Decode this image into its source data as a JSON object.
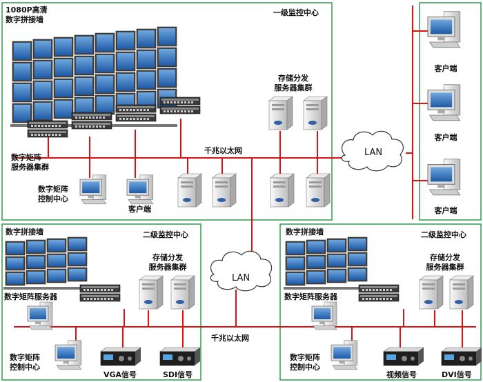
{
  "level1": {
    "title": "一级监控中心",
    "wall_label": "1080P高清\n数字拼接墙",
    "matrix_label": "数字矩阵\n服务器集群",
    "storage_label": "存储分发\n服务器集群",
    "control_label": "数字矩阵\n控制中心",
    "client_label": "客户端",
    "network_label": "千兆以太网"
  },
  "clients_panel": {
    "client_labels": [
      "客户端",
      "客户端",
      "客户端"
    ]
  },
  "lan_top": "LAN",
  "lan_mid": "LAN",
  "level2_left": {
    "title": "二级监控中心",
    "wall_label": "数字拼接墙",
    "matrix_label": "数字矩阵服务器",
    "storage_label": "存储分发\n服务器集群",
    "control_label": "数字矩阵\n控制中心",
    "signal1": "VGA信号",
    "signal2": "SDI信号"
  },
  "level2_right": {
    "title": "二级监控中心",
    "wall_label": "数字拼接墙",
    "matrix_label": "数字矩阵服务器",
    "storage_label": "存储分发\n服务器集群",
    "control_label": "数字矩阵\n控制中心",
    "signal1": "视频信号",
    "signal2": "DVI信号"
  },
  "bottom_network_label": "千兆以太网",
  "colors": {
    "frame": "#2e9a4a",
    "network": "#e01010",
    "screen": "#2f6fb8"
  }
}
